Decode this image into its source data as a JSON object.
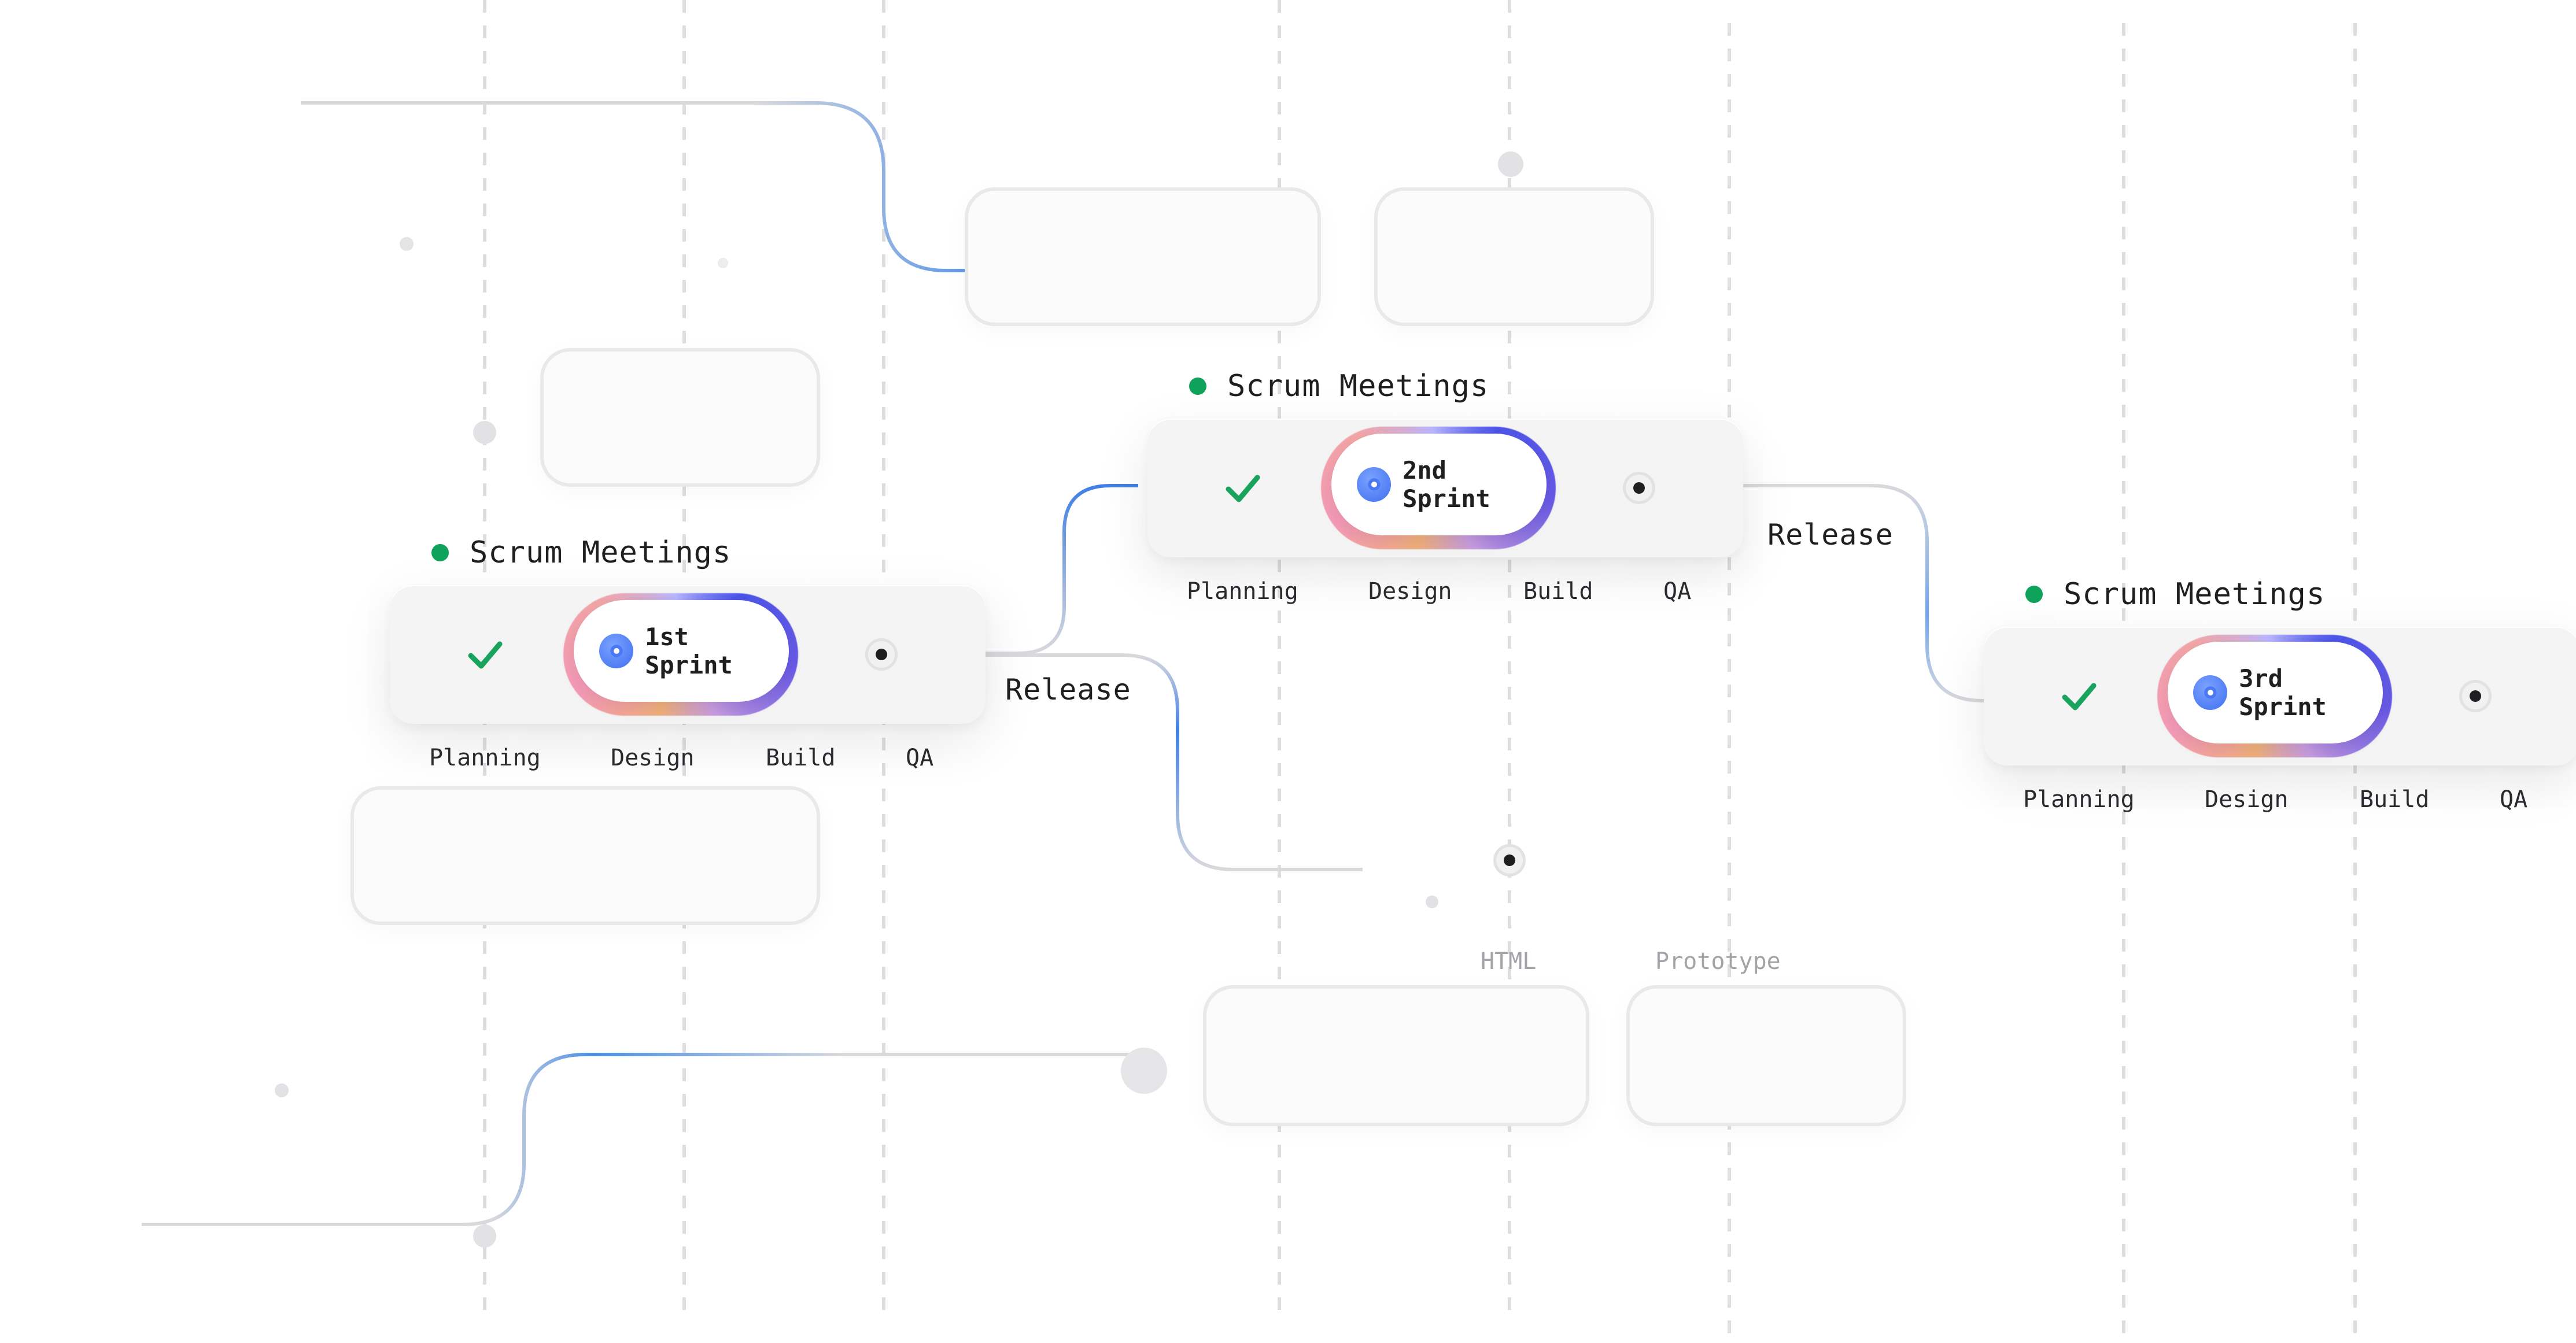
{
  "sprints": [
    {
      "title": "Scrum Meetings",
      "sprint_label": "1st Sprint",
      "stages": [
        "Planning",
        "Design",
        "Build",
        "QA"
      ]
    },
    {
      "title": "Scrum Meetings",
      "sprint_label": "2nd Sprint",
      "stages": [
        "Planning",
        "Design",
        "Build",
        "QA"
      ]
    },
    {
      "title": "Scrum Meetings",
      "sprint_label": "3rd Sprint",
      "stages": [
        "Planning",
        "Design",
        "Build",
        "QA"
      ]
    }
  ],
  "release_labels": [
    "Release",
    "Release"
  ],
  "faint_labels": {
    "html": "HTML",
    "prototype": "Prototype"
  },
  "colors": {
    "status_green": "#0fa25a",
    "check_green": "#1aa35c",
    "accent_blue": "#3f7fe6",
    "line_gray": "#d9d9dc",
    "guide_gray": "#dedee0"
  },
  "icons": {
    "status": "status-dot-icon",
    "planning_done": "checkmark-icon",
    "current": "radio-selected-icon",
    "pending": "dot-node-icon"
  }
}
